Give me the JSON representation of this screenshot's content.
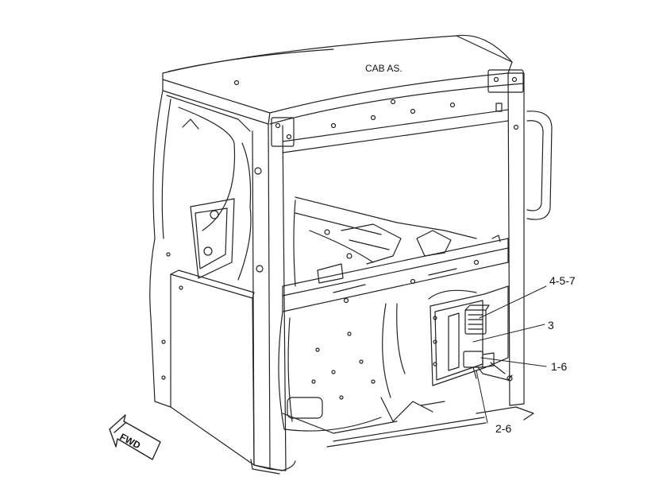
{
  "diagram": {
    "title_label": "CAB AS.",
    "callouts": [
      {
        "id": "c1",
        "text": "4-5-7"
      },
      {
        "id": "c2",
        "text": "3"
      },
      {
        "id": "c3",
        "text": "1-6"
      },
      {
        "id": "c4",
        "text": "2-6"
      }
    ],
    "direction_arrow_text": "FWD",
    "line_color": "#222222",
    "background_color": "#ffffff"
  }
}
